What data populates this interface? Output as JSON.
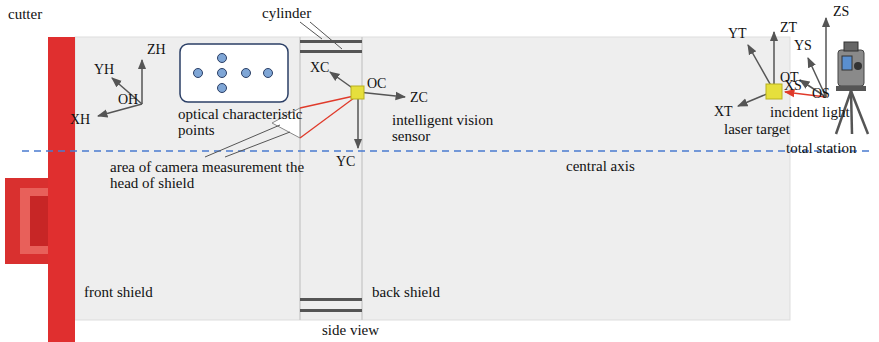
{
  "diagram": {
    "labels": [
      "cutter",
      "cylinder",
      "ZH",
      "YH",
      "OH",
      "XH",
      "optical characteristic points",
      "XC",
      "OC",
      "ZC",
      "intelligent vision sensor",
      "area of camera measurement the head of shield",
      "YC",
      "central axis",
      "front shield",
      "back shield",
      "side view",
      "YT",
      "ZT",
      "OT",
      "XT",
      "laser target",
      "incident light",
      "YS",
      "ZS",
      "XS",
      "OS",
      "total station"
    ]
  }
}
